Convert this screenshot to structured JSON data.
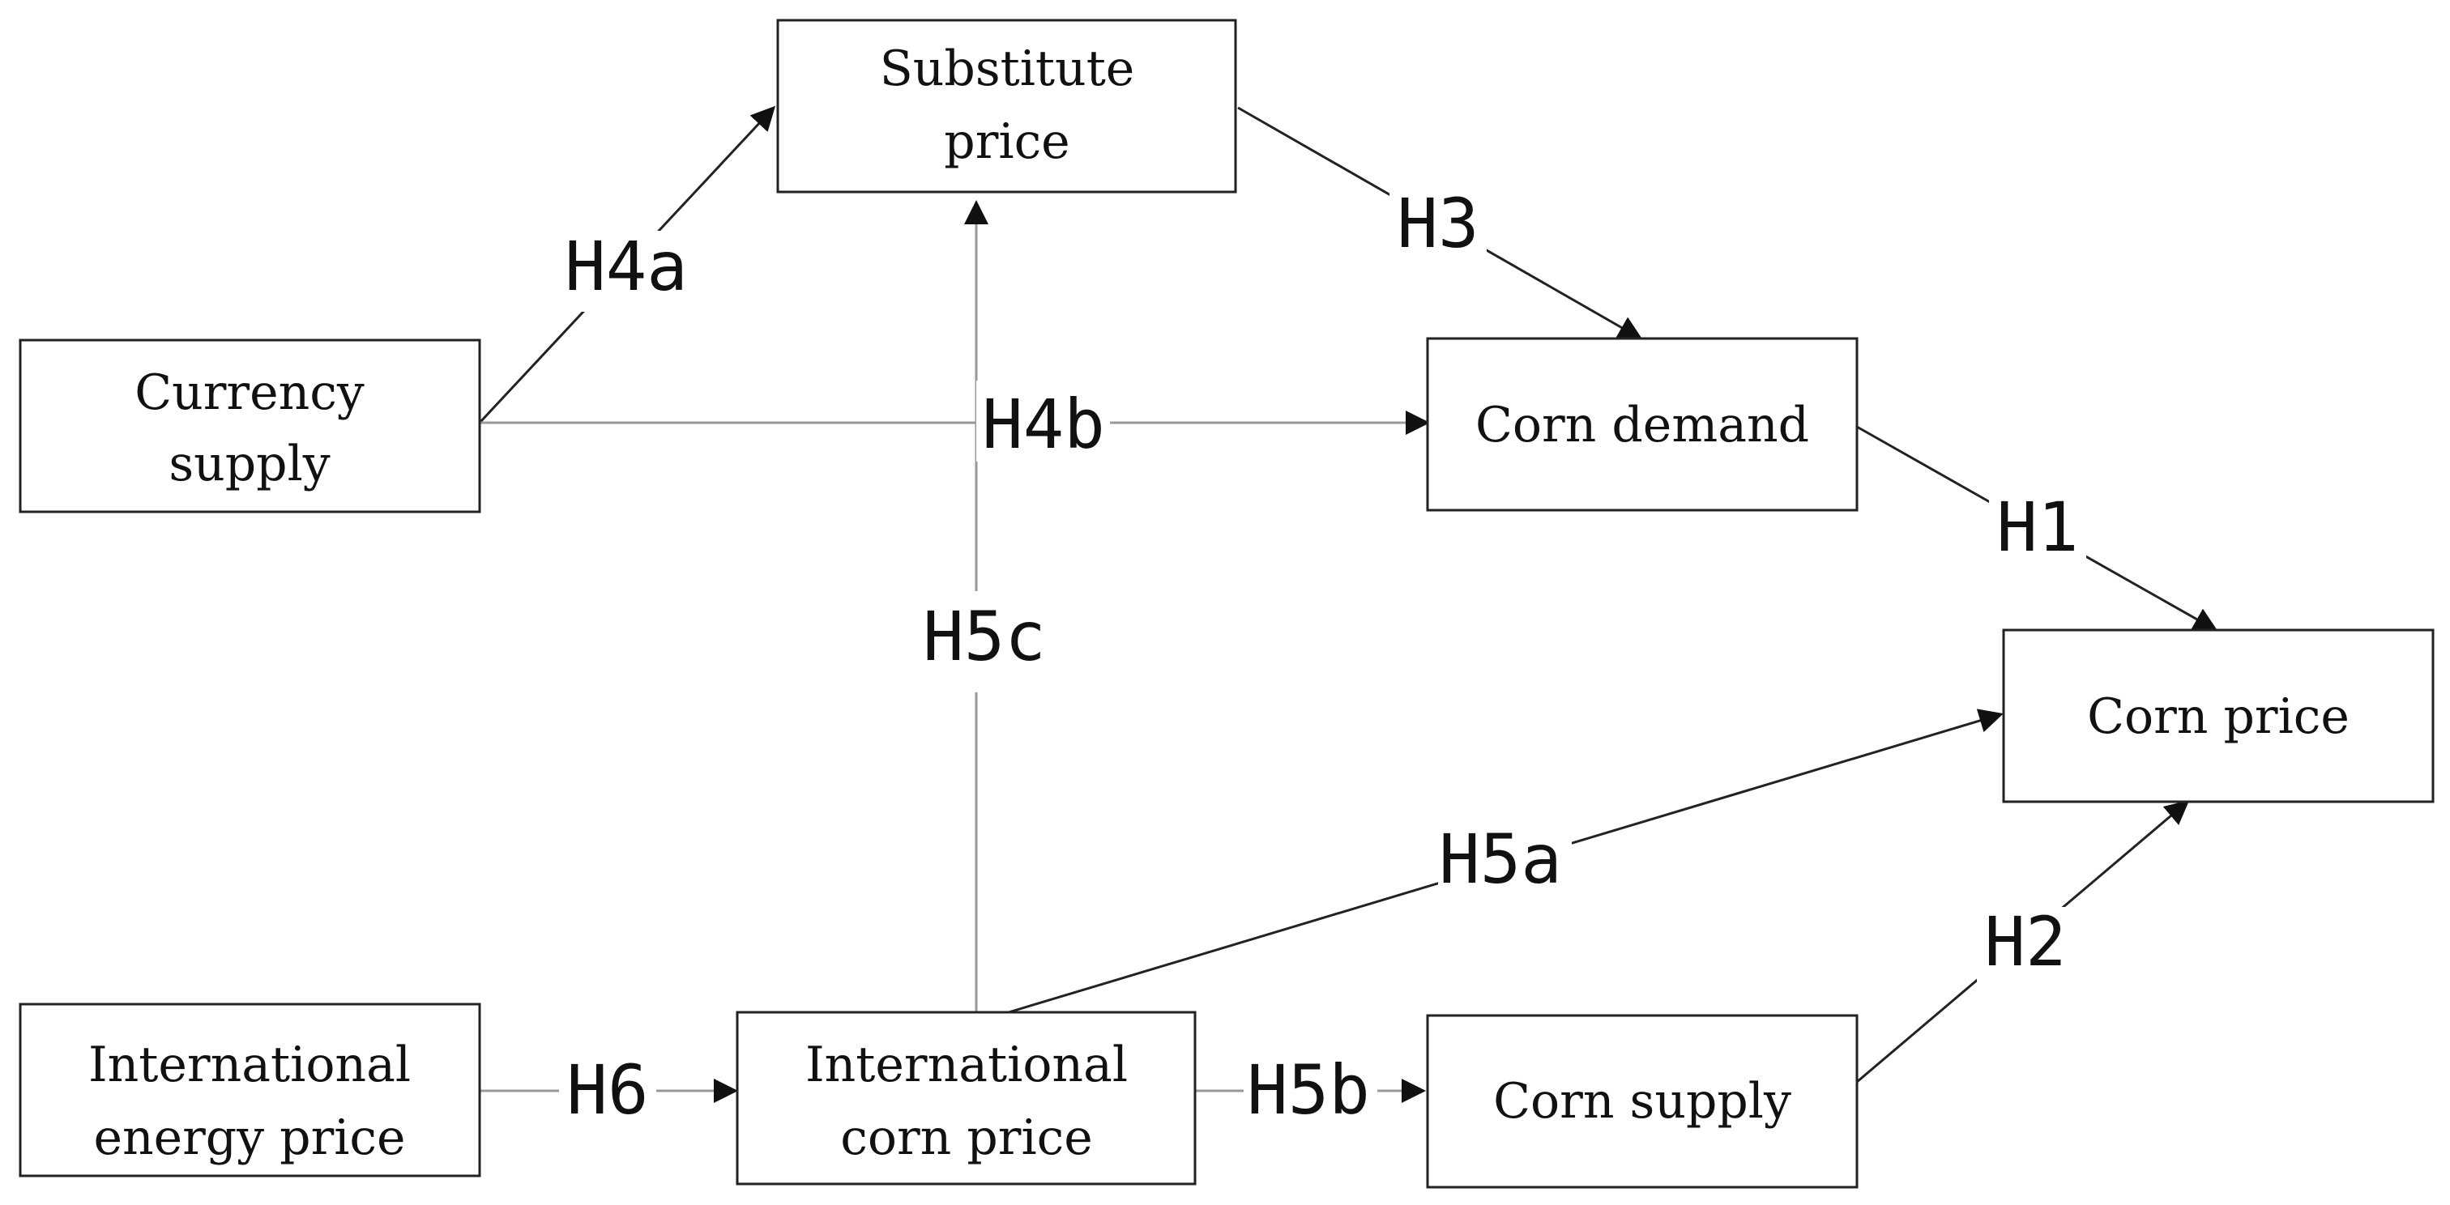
{
  "nodes": {
    "substitute_price": {
      "line1": "Substitute",
      "line2": "price"
    },
    "currency_supply": {
      "line1": "Currency",
      "line2": "supply"
    },
    "corn_demand": {
      "line1": "Corn demand"
    },
    "corn_price": {
      "line1": "Corn price"
    },
    "international_energy_price": {
      "line1": "International",
      "line2": "energy price"
    },
    "international_corn_price": {
      "line1": "International",
      "line2": "corn price"
    },
    "corn_supply": {
      "line1": "Corn supply"
    }
  },
  "edges": {
    "h1": "H1",
    "h2": "H2",
    "h3": "H3",
    "h4a": "H4a",
    "h4b": "H4b",
    "h5a": "H5a",
    "h5b": "H5b",
    "h5c": "H5c",
    "h6": "H6"
  },
  "colors": {
    "dark_line": "#222222",
    "gray_line": "#999999"
  }
}
